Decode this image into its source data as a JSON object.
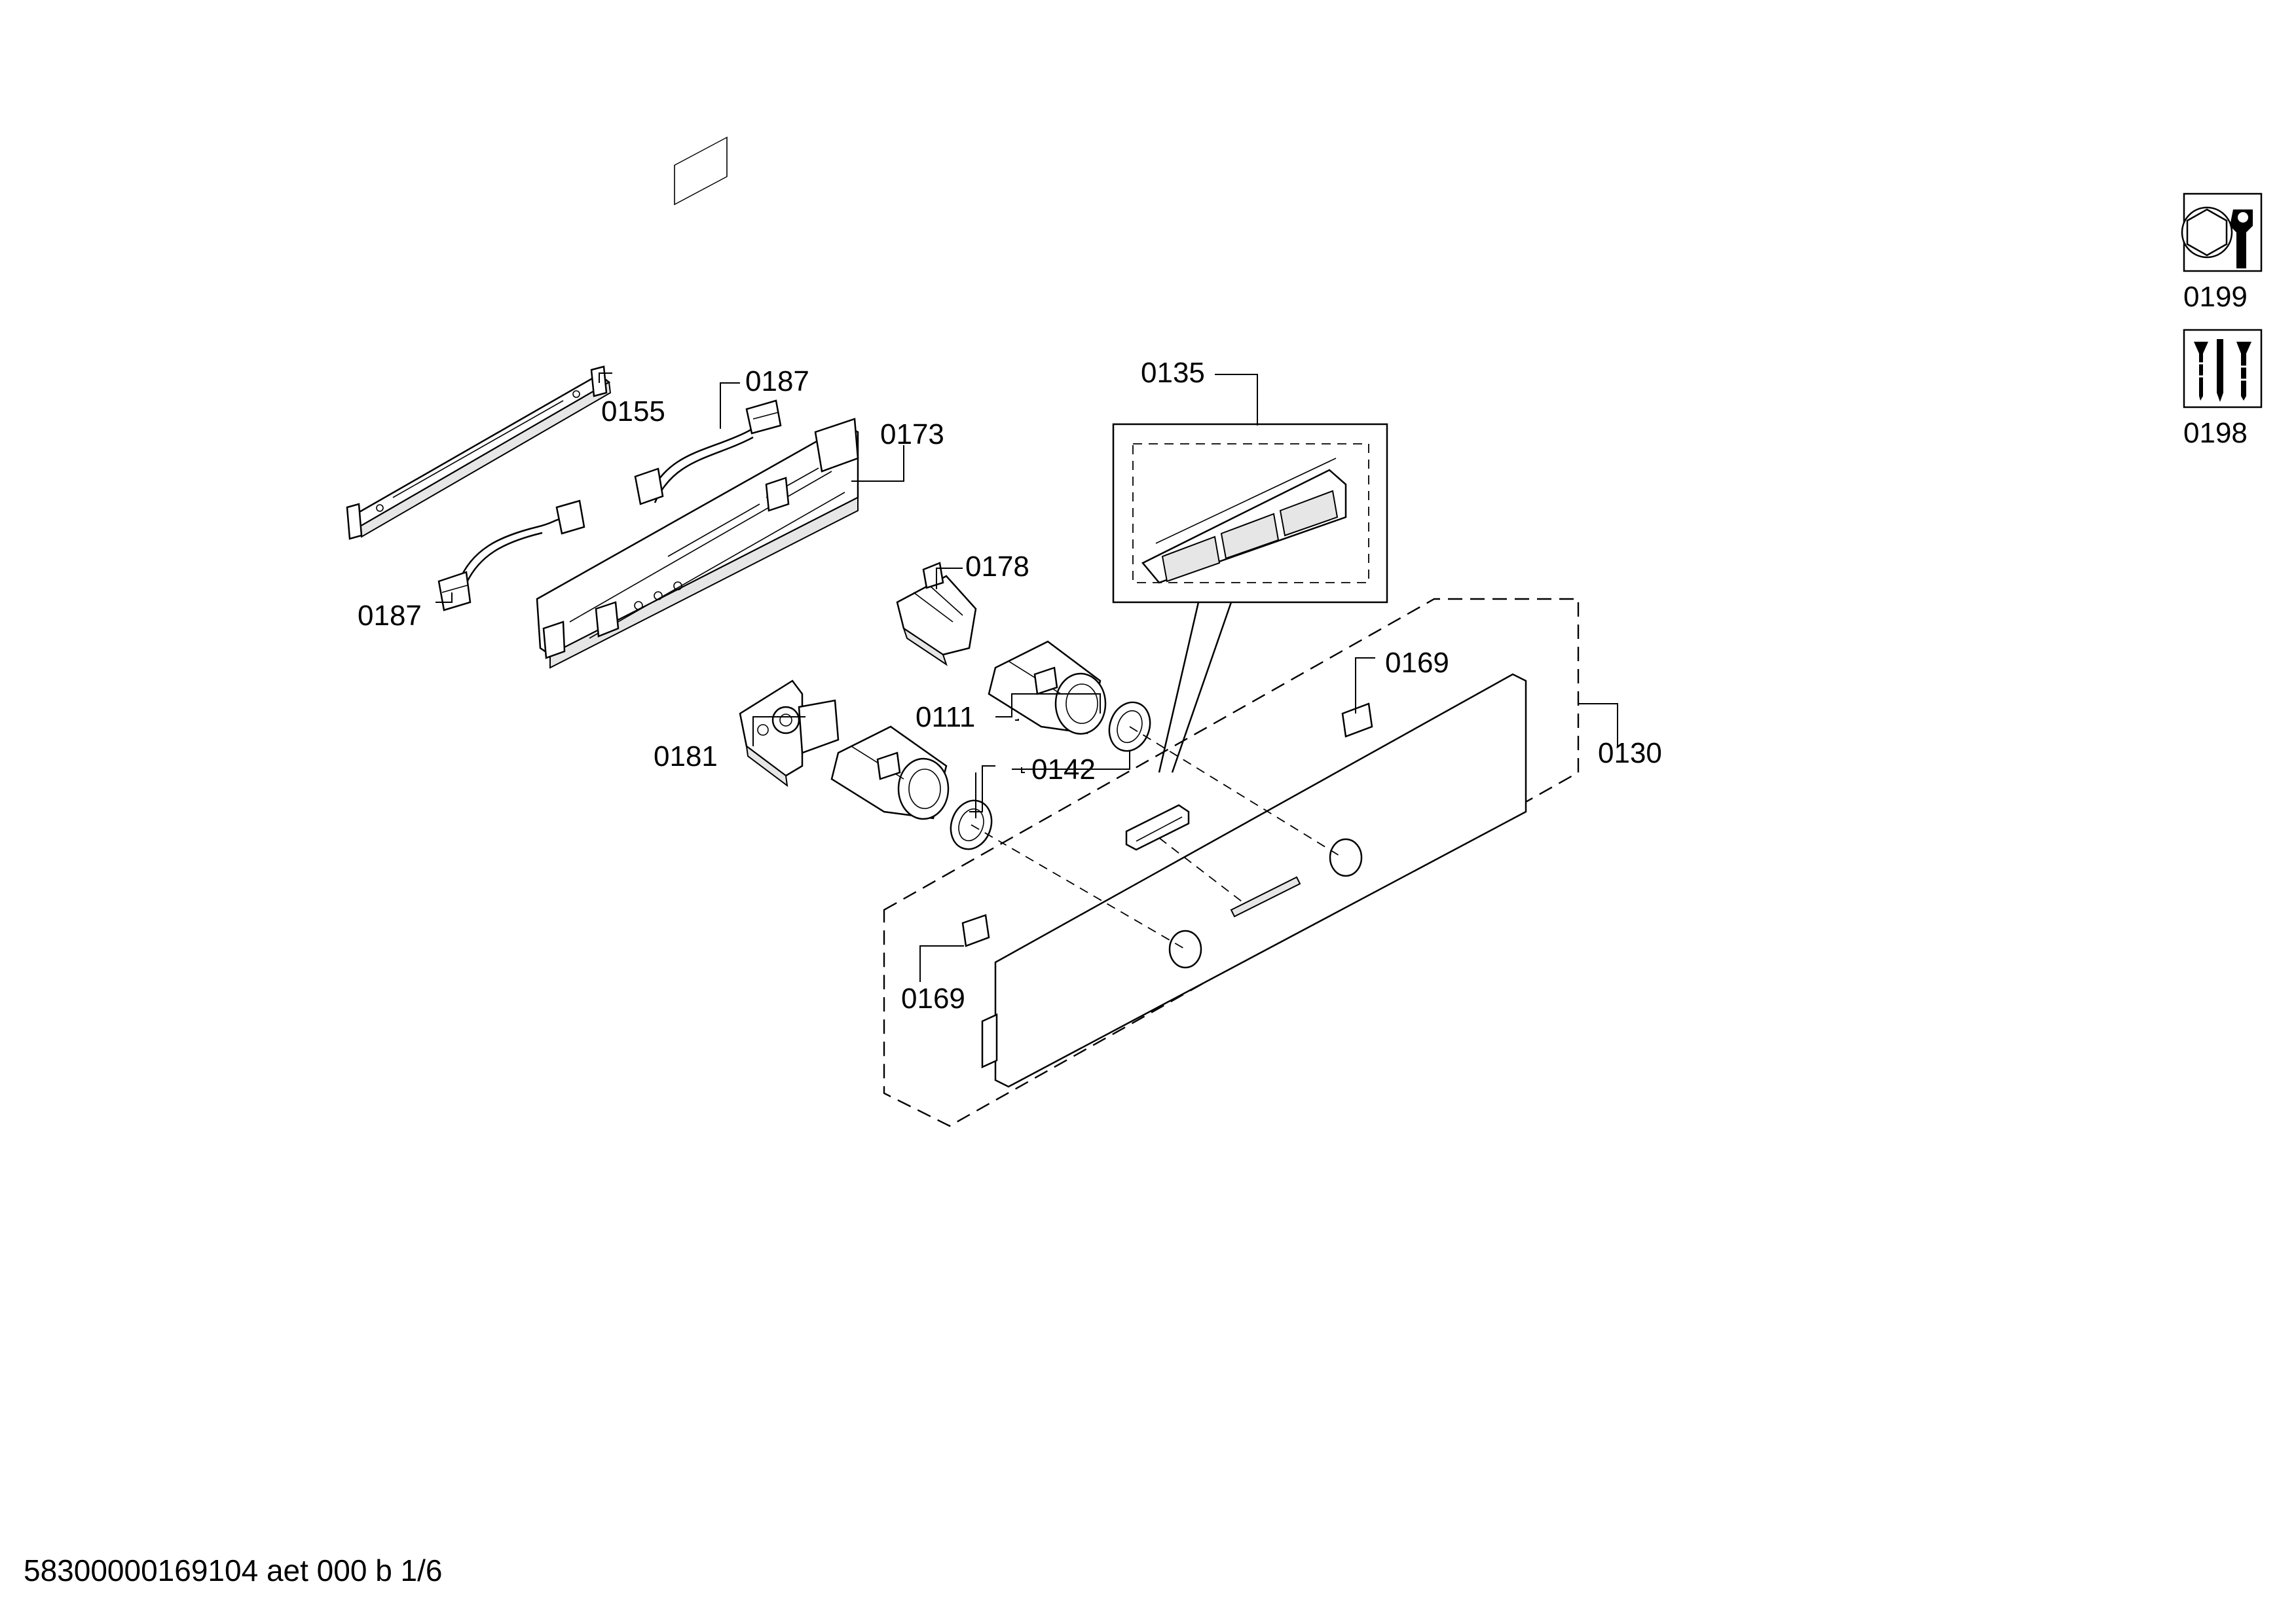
{
  "parts": {
    "p0155": "0155",
    "p0187_top": "0187",
    "p0173": "0173",
    "p0187_left": "0187",
    "p0178": "0178",
    "p0135": "0135",
    "p0111": "0111",
    "p0181": "0181",
    "p0142": "0142",
    "p0169_upper": "0169",
    "p0130": "0130",
    "p0169_lower": "0169",
    "p0199": "0199",
    "p0198": "0198"
  },
  "footer": "58300000169104 aet 000 b 1/6"
}
